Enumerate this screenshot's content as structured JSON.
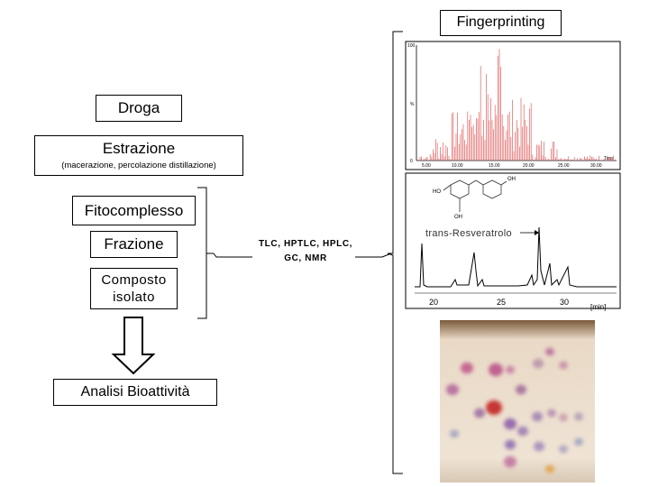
{
  "fingerprinting": {
    "label": "Fingerprinting"
  },
  "workflow": {
    "droga": "Droga",
    "estrazione": "Estrazione",
    "estrazione_methods": "(macerazione, percolazione distillazione)",
    "fitocomplesso": "Fitocomplesso",
    "frazione": "Frazione",
    "composto": "Composto isolato",
    "analisi": "Analisi Bioattività"
  },
  "techniques": {
    "label": "TLC, HPTLC, HPLC, GC, NMR"
  },
  "gc_chart": {
    "y_ticks": [
      "100",
      "%",
      "0"
    ],
    "x_ticks": [
      "5.00",
      "10.00",
      "15.00",
      "20.00",
      "25.00",
      "30.00"
    ],
    "x_unit": "Time",
    "line_color": "#e06060"
  },
  "hplc_chart": {
    "annotation": "trans-Resveratrolo",
    "x_ticks": [
      "20",
      "25",
      "30"
    ],
    "x_unit": "[min]",
    "mol_labels": {
      "oh_top": "OH",
      "ho_left": "HO",
      "oh_bottom": "OH"
    }
  },
  "tlc_plate": {
    "background": "#e8dccd"
  }
}
